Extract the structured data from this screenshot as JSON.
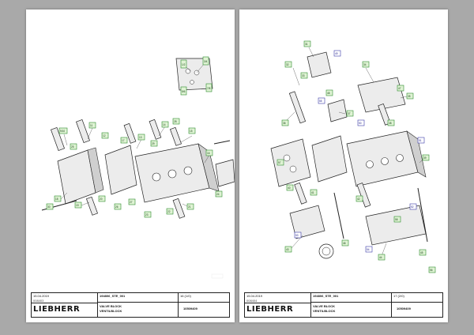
{
  "pages": [
    {
      "labels": [
        "1/2",
        "3/4",
        "5/6",
        "7/8",
        "9/10",
        "11",
        "12",
        "13",
        "14",
        "15",
        "16",
        "17",
        "18",
        "19",
        "20",
        "21",
        "22",
        "23",
        "24",
        "25",
        "26",
        "27",
        "28",
        "29",
        "30"
      ],
      "titleblock": {
        "date": "15.04.2019",
        "code": "008403",
        "logo": "LIEBHERR",
        "drawing_no": "194806_STE_001",
        "title1": "VALVE BLOCK",
        "title2": "VENTILBLOCK",
        "sheet": "16 (1/0)",
        "part_no": "10509409"
      }
    },
    {
      "labels": [
        "31",
        "32",
        "33",
        "34",
        "35",
        "36",
        "37",
        "38",
        "39",
        "40",
        "41",
        "42",
        "43",
        "44",
        "45",
        "46",
        "47",
        "48",
        "49",
        "50",
        "51",
        "52",
        "53",
        "54",
        "55",
        "56",
        "57",
        "58"
      ],
      "titleblock": {
        "date": "15.04.2019",
        "code": "008404",
        "logo": "LIEBHERR",
        "drawing_no": "194806_STE_001",
        "title1": "VALVE BLOCK",
        "title2": "VENTILBLOCK",
        "sheet": "17 (2/0)",
        "part_no": "10509409"
      }
    }
  ]
}
